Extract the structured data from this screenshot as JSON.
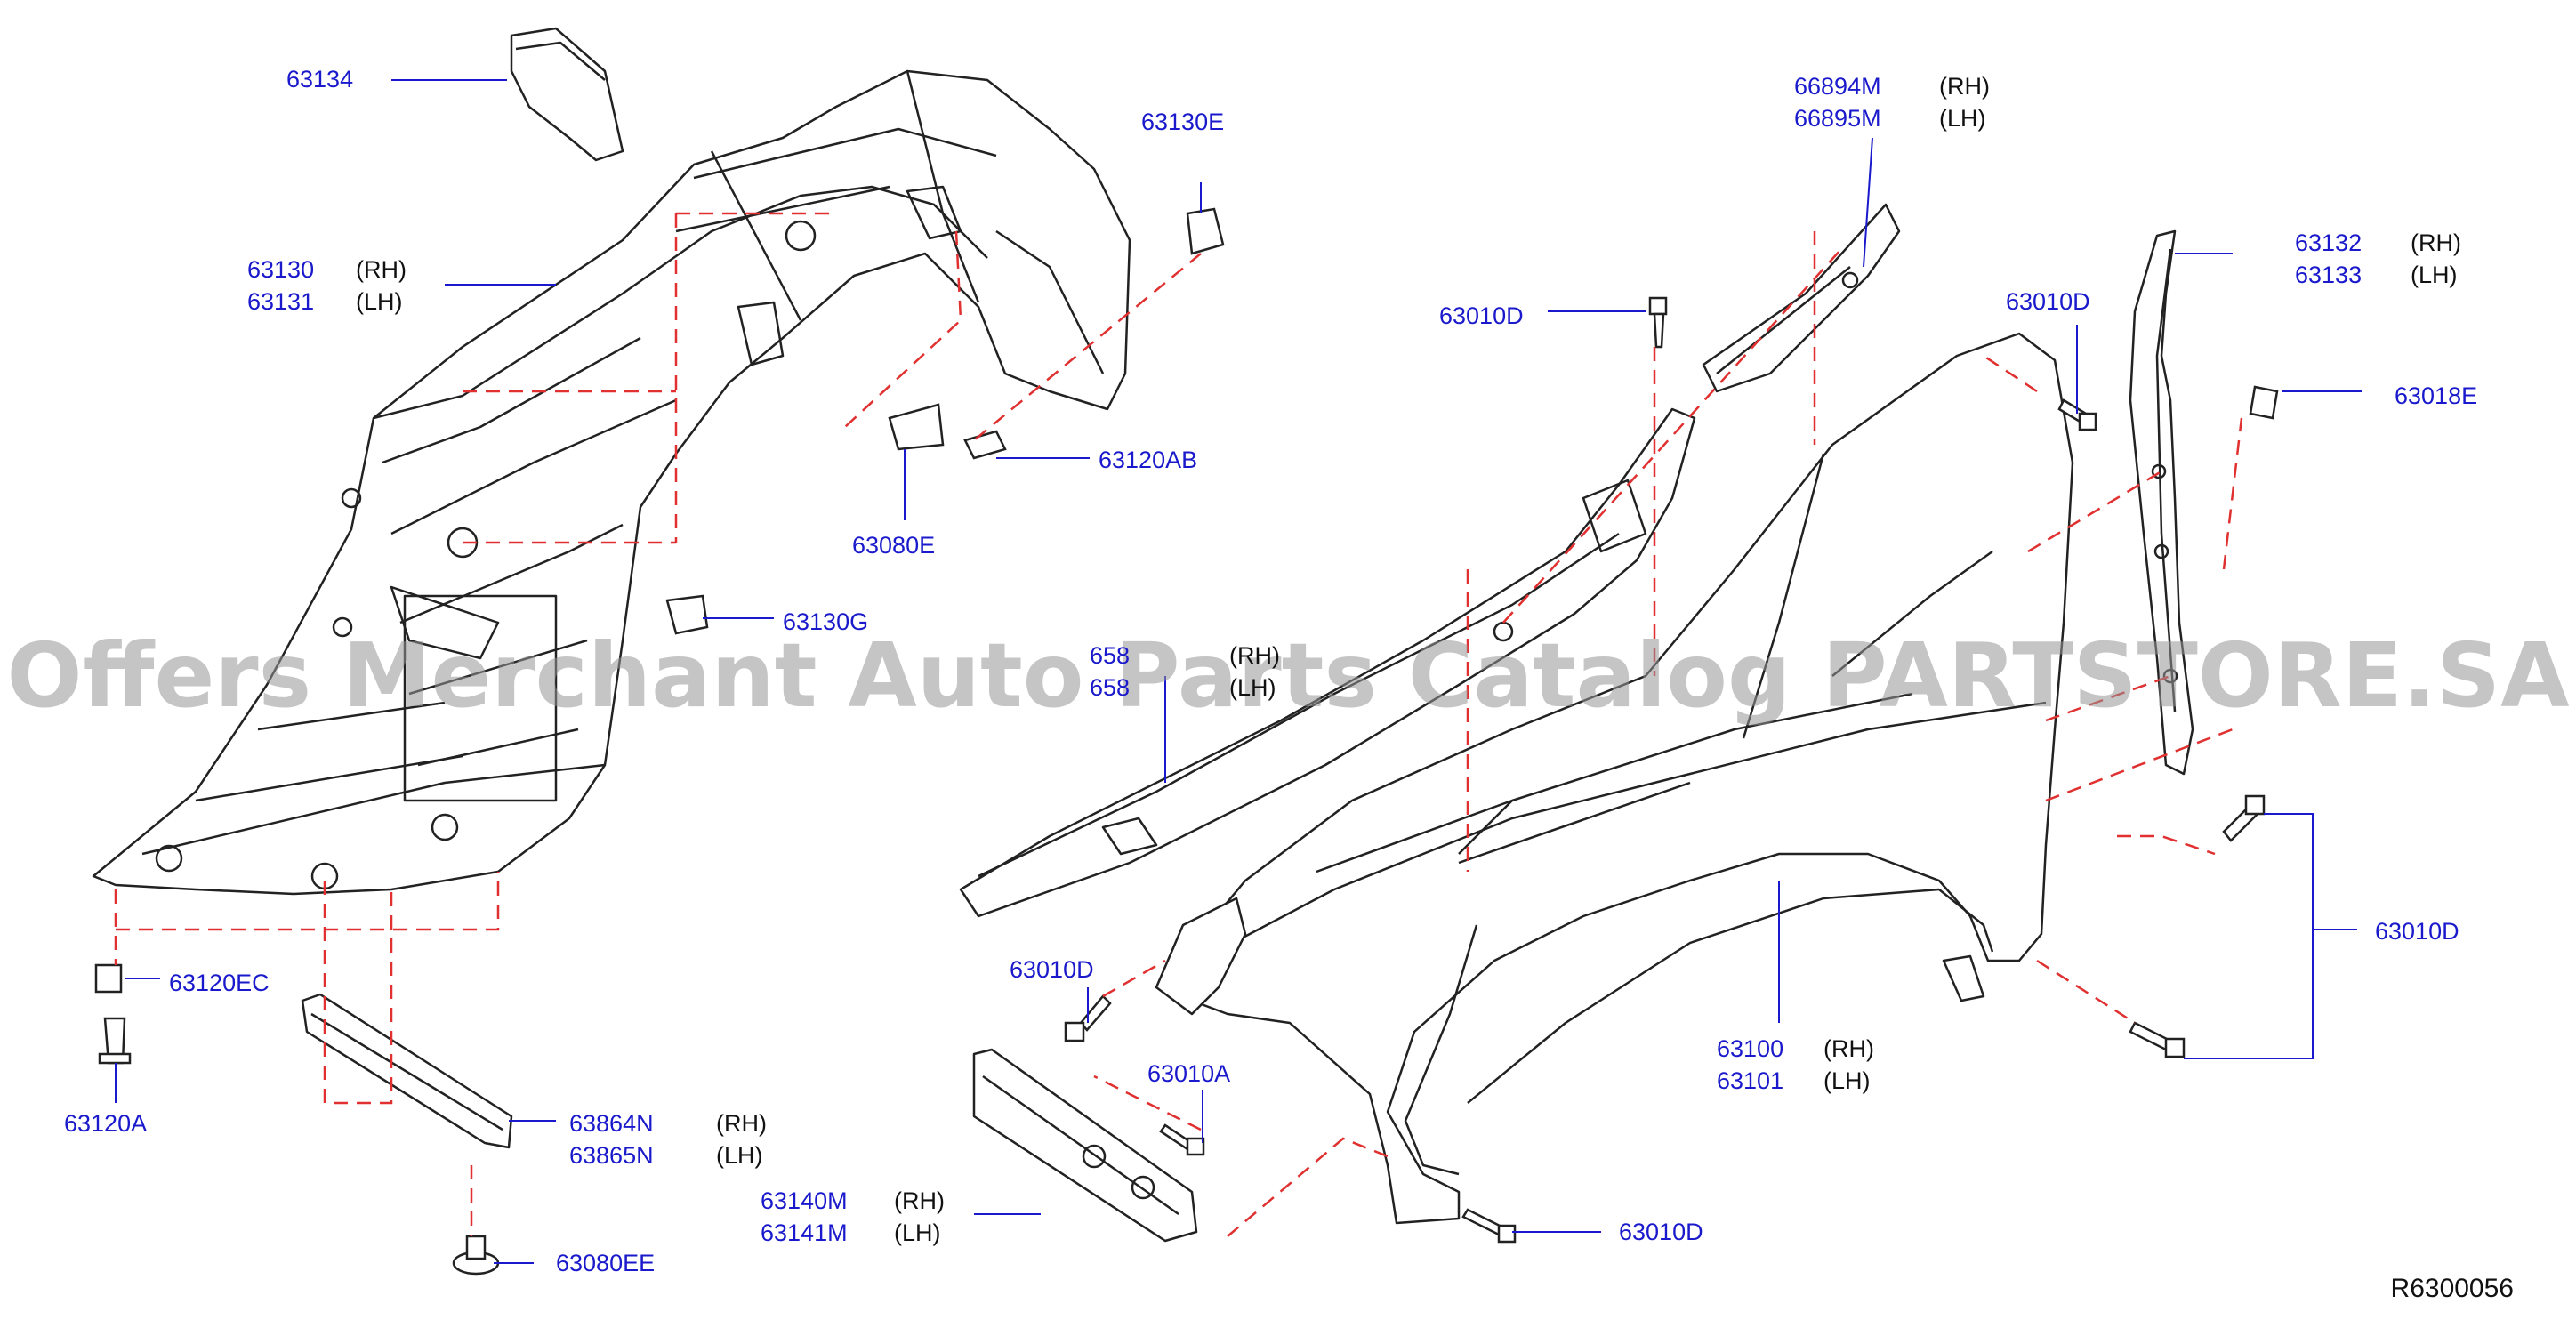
{
  "watermark": "Offers Merchant Auto Parts Catalog PARTSTORE.SA",
  "reference_code": "R6300056",
  "labels": {
    "p63134": "63134",
    "p63130": "63130",
    "p63130_side": "(RH)",
    "p63131": "63131",
    "p63131_side": "(LH)",
    "p63130E": "63130E",
    "p63120AB": "63120AB",
    "p63080E": "63080E",
    "p63130G": "63130G",
    "p63120EC": "63120EC",
    "p63120A": "63120A",
    "p63864N": "63864N",
    "p63864N_side": "(RH)",
    "p63865N": "63865N",
    "p63865N_side": "(LH)",
    "p63080EE": "63080EE",
    "p66894M": "66894M",
    "p66894M_side": "(RH)",
    "p66895M": "66895M",
    "p66895M_side": "(LH)",
    "p63010D_top": "63010D",
    "p63010D_mid": "63010D",
    "p63132": "63132",
    "p63132_side": "(RH)",
    "p63133": "63133",
    "p63133_side": "(LH)",
    "p63018E": "63018E",
    "p658_rh_partial": "658",
    "p658_rh_side": "(RH)",
    "p658_lh_partial": "658",
    "p658_lh_side": "(LH)",
    "p63010D_left": "63010D",
    "p63010A": "63010A",
    "p63140M": "63140M",
    "p63140M_side": "(RH)",
    "p63141M": "63141M",
    "p63141M_side": "(LH)",
    "p63010D_bottom": "63010D",
    "p63100": "63100",
    "p63100_side": "(RH)",
    "p63101": "63101",
    "p63101_side": "(LH)",
    "p63010D_right": "63010D"
  }
}
